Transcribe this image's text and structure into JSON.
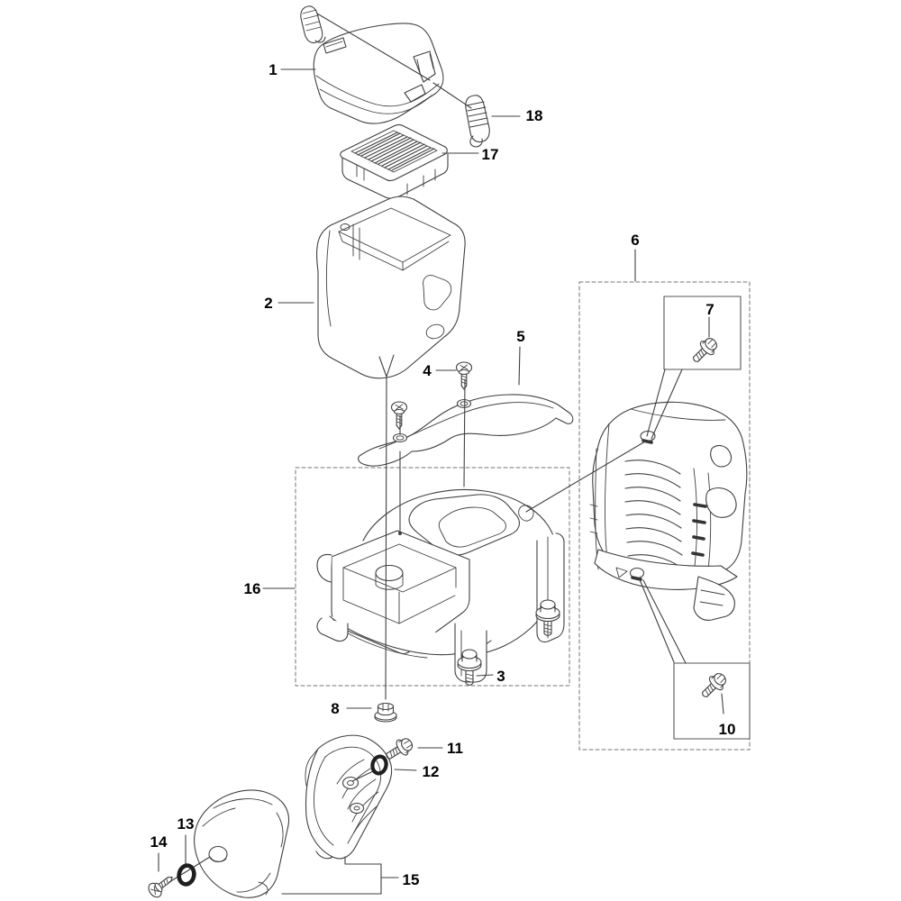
{
  "page": {
    "background_color": "#ffffff"
  },
  "diagram": {
    "type": "exploded-parts-diagram",
    "style": {
      "line_color": "#3f3f3f",
      "label_color": "#000000",
      "dashed_box_color": "#737373"
    },
    "labels": {
      "l1": "1",
      "l2": "2",
      "l3": "3",
      "l4": "4",
      "l5": "5",
      "l6": "6",
      "l7": "7",
      "l8": "8",
      "l10": "10",
      "l11": "11",
      "l12": "12",
      "l13": "13",
      "l14": "14",
      "l15": "15",
      "l16": "16",
      "l17": "17",
      "l18": "18"
    }
  }
}
